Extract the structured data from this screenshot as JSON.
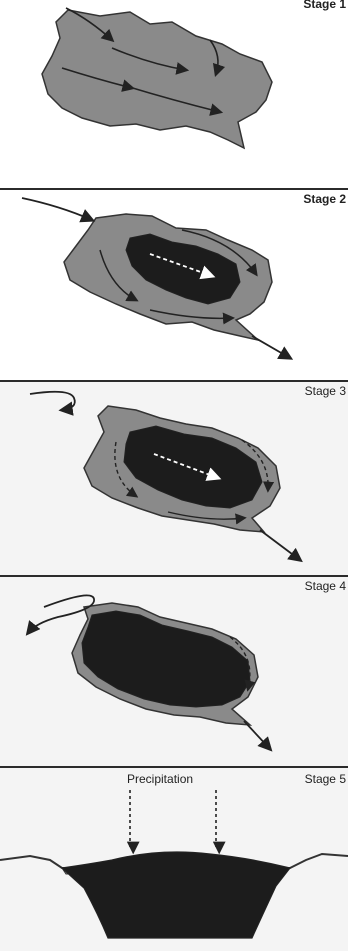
{
  "stages": [
    {
      "label": "Stage 1"
    },
    {
      "label": "Stage 2"
    },
    {
      "label": "Stage 3"
    },
    {
      "label": "Stage 4"
    },
    {
      "label": "Stage 5"
    }
  ],
  "stage5": {
    "annotation": "Precipitation"
  },
  "colors": {
    "ice": "#8a8a8a",
    "core": "#1c1c1c",
    "outline": "#333333",
    "panel_light": "#f4f4f4",
    "divider": "#2b2b2b"
  }
}
